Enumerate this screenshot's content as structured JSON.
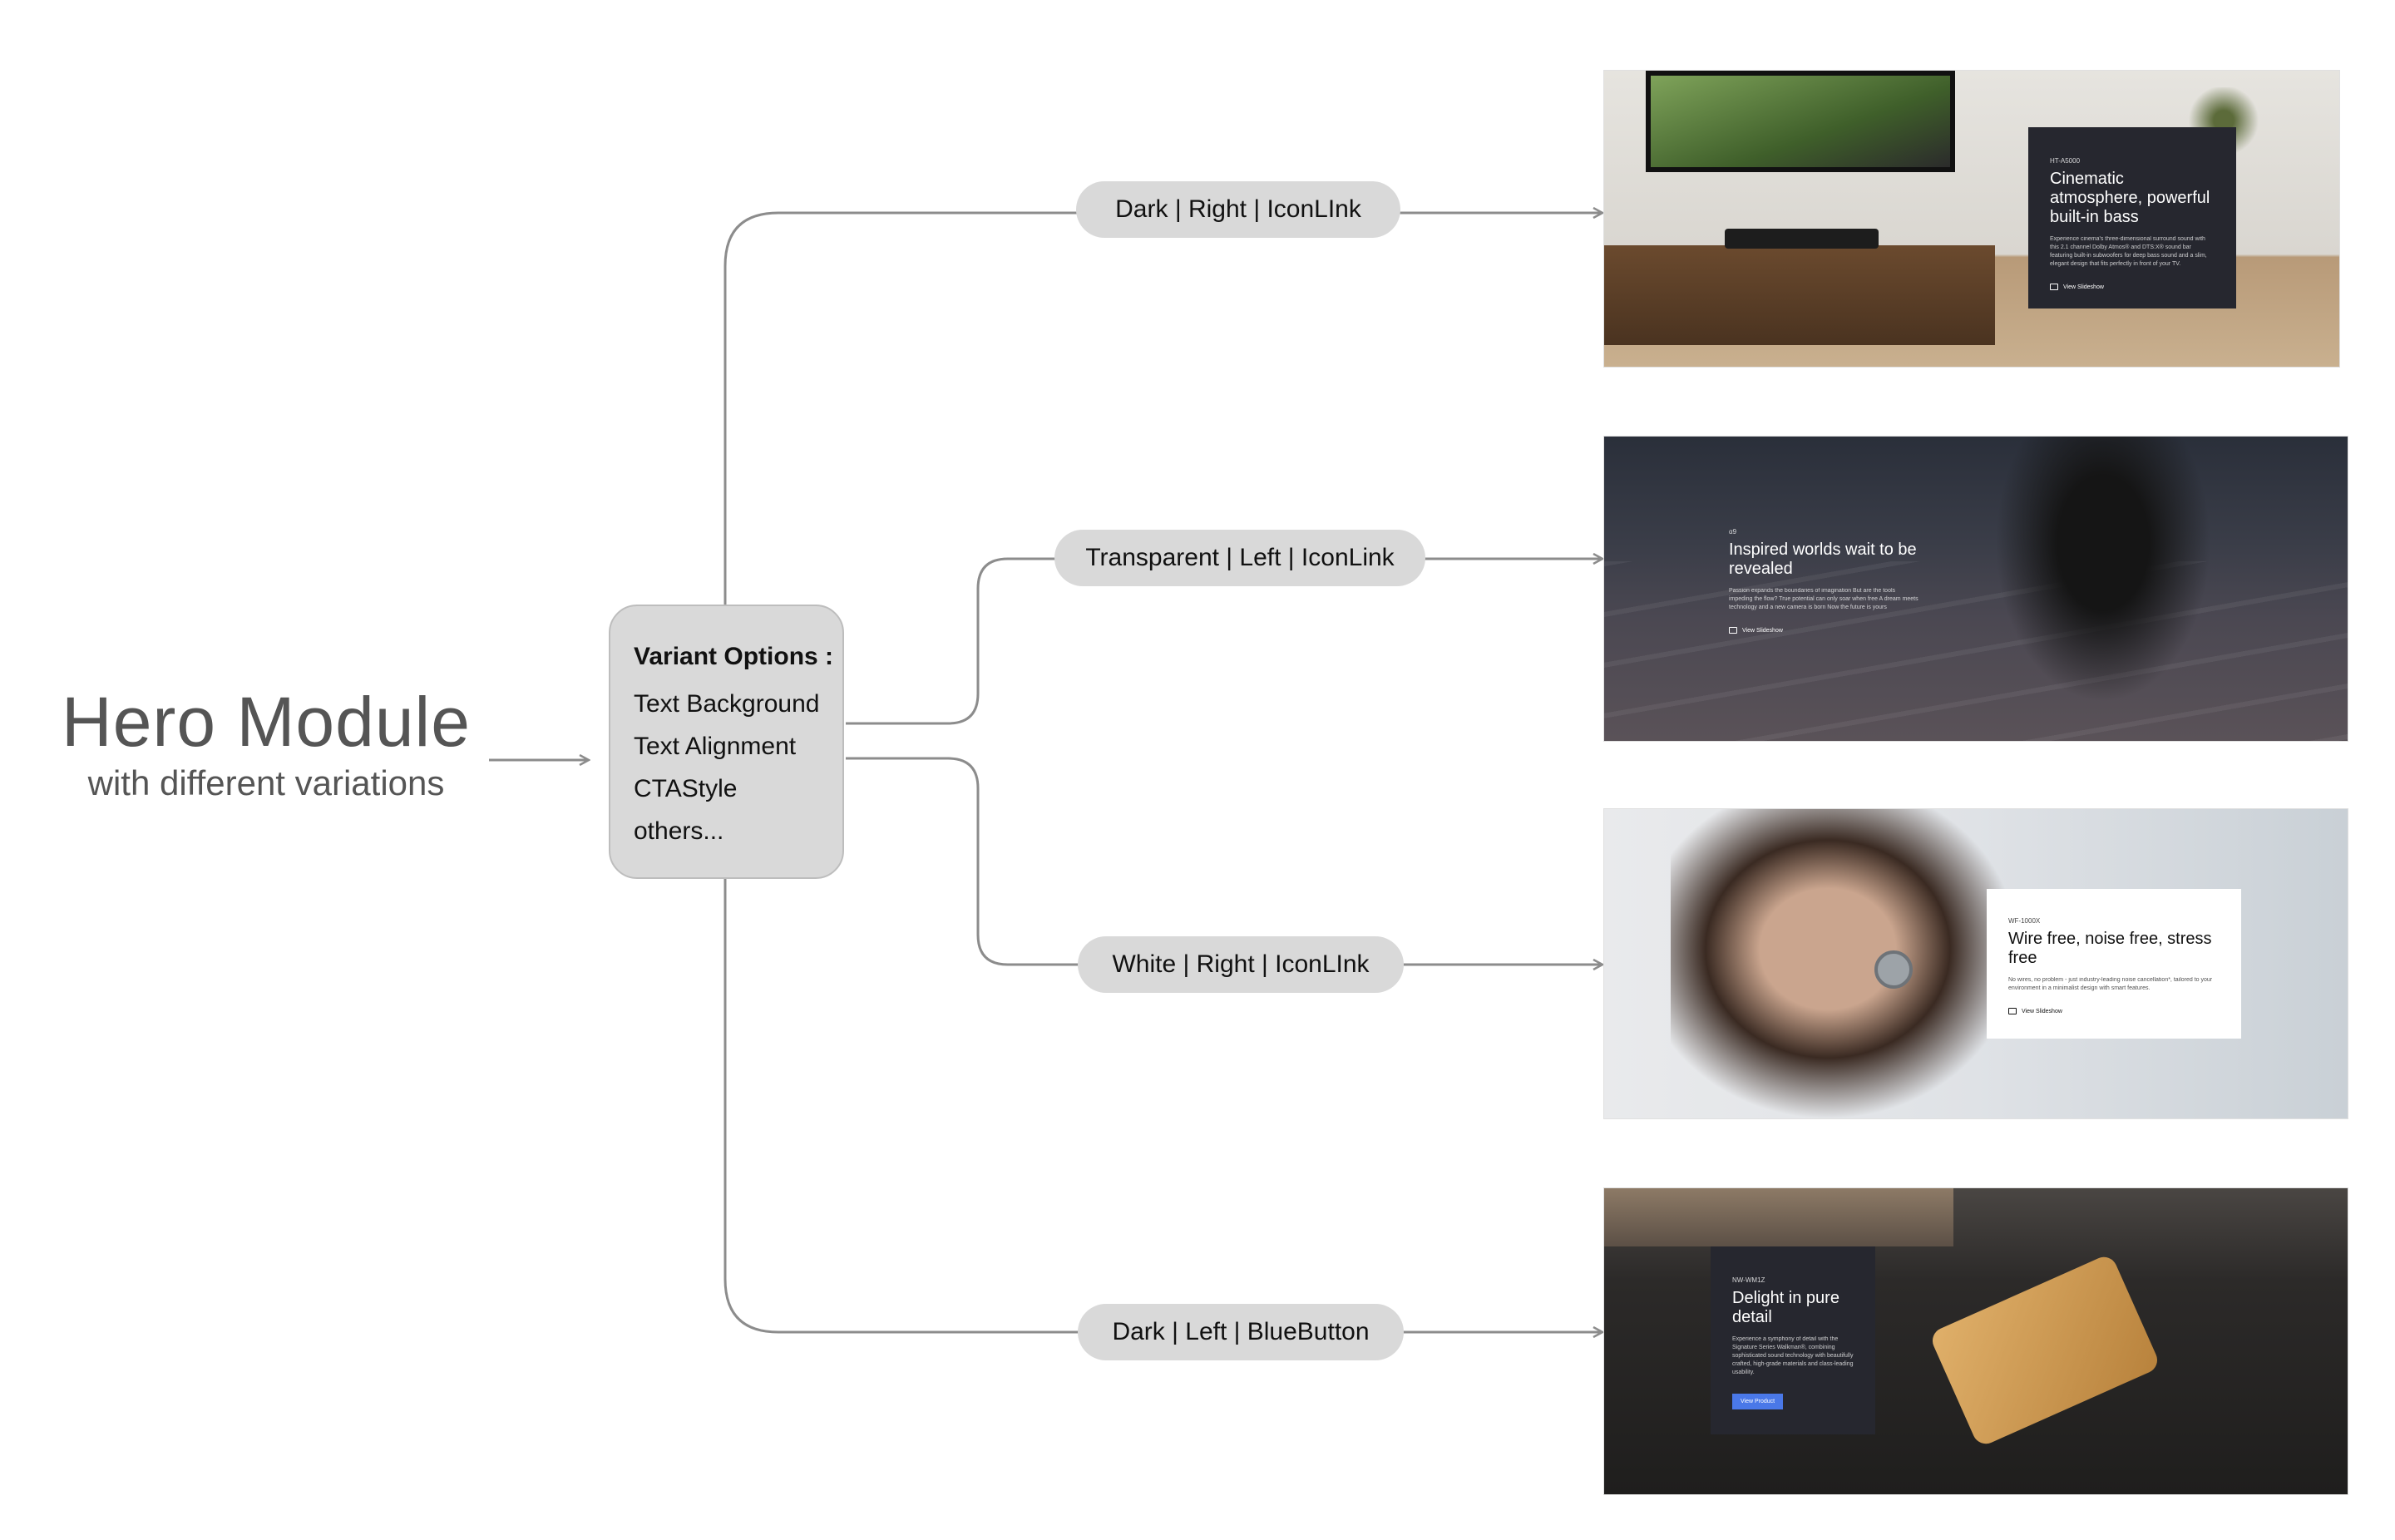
{
  "title": {
    "main": "Hero Module",
    "sub": "with different variations"
  },
  "options": {
    "heading": "Variant Options :",
    "items": [
      "Text Background",
      "Text Alignment",
      "CTAStyle",
      "others..."
    ]
  },
  "variants": [
    {
      "label": "Dark | Right | IconLInk",
      "card": {
        "eyebrow": "HT-A5000",
        "headline": "Cinematic atmosphere, powerful built-in bass",
        "body": "Experience cinema's three-dimensional surround sound with this 2.1 channel Dolby Atmos® and DTS:X® sound bar featuring built-in subwoofers for deep bass sound and a slim, elegant design that fits perfectly in front of your TV.",
        "cta": "View Slideshow"
      }
    },
    {
      "label": "Transparent | Left | IconLink",
      "card": {
        "eyebrow": "α9",
        "headline": "Inspired worlds wait to be revealed",
        "body": "Passion expands the boundaries of imagination But are the tools impeding the flow? True potential can only soar when free A dream meets technology and a new camera is born Now the future is yours",
        "cta": "View Slideshow"
      }
    },
    {
      "label": "White | Right | IconLInk",
      "card": {
        "eyebrow": "WF-1000X",
        "headline": "Wire free, noise free, stress free",
        "body": "No wires, no problem - just industry-leading noise cancellation*, tailored to your environment in a minimalist design with smart features.",
        "cta": "View Slideshow"
      }
    },
    {
      "label": "Dark | Left | BlueButton",
      "card": {
        "eyebrow": "NW-WM1Z",
        "headline": "Delight in pure detail",
        "body": "Experience a symphony of detail with the Signature Series Walkman®, combining sophisticated sound technology with beautifully crafted, high-grade materials and class-leading usability.",
        "cta": "View Product"
      }
    }
  ],
  "colors": {
    "pill": "#d9d9d9",
    "connector": "#8c8c8c",
    "button": "#4a78e8",
    "darkCard": "#26272f"
  }
}
